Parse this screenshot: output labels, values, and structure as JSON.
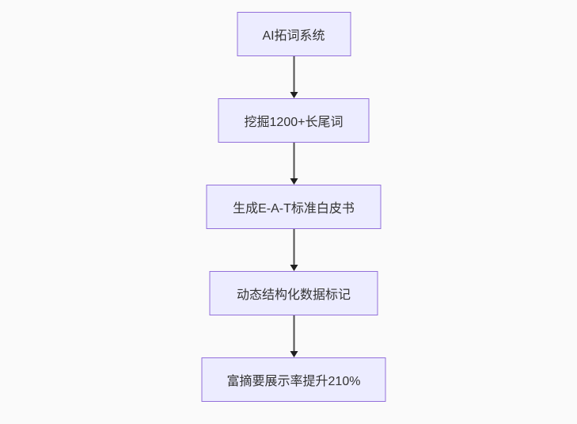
{
  "canvas": {
    "background_color": "#fafafa"
  },
  "theme": {
    "node_fill_color": "#ececff",
    "node_border_color": "#9370db",
    "node_text_color": "#333333",
    "arrow_line_color": "#4f4f4f",
    "arrow_head_color": "#1f1f1f"
  },
  "flowchart": {
    "type": "flowchart",
    "direction": "top-down",
    "nodes": [
      {
        "id": "n1",
        "label": "AI拓词系统"
      },
      {
        "id": "n2",
        "label": "挖掘1200+长尾词"
      },
      {
        "id": "n3",
        "label": "生成E-A-T标准白皮书"
      },
      {
        "id": "n4",
        "label": "动态结构化数据标记"
      },
      {
        "id": "n5",
        "label": "富摘要展示率提升210%"
      }
    ],
    "edges": [
      {
        "from": "n1",
        "to": "n2"
      },
      {
        "from": "n2",
        "to": "n3"
      },
      {
        "from": "n3",
        "to": "n4"
      },
      {
        "from": "n4",
        "to": "n5"
      }
    ]
  }
}
